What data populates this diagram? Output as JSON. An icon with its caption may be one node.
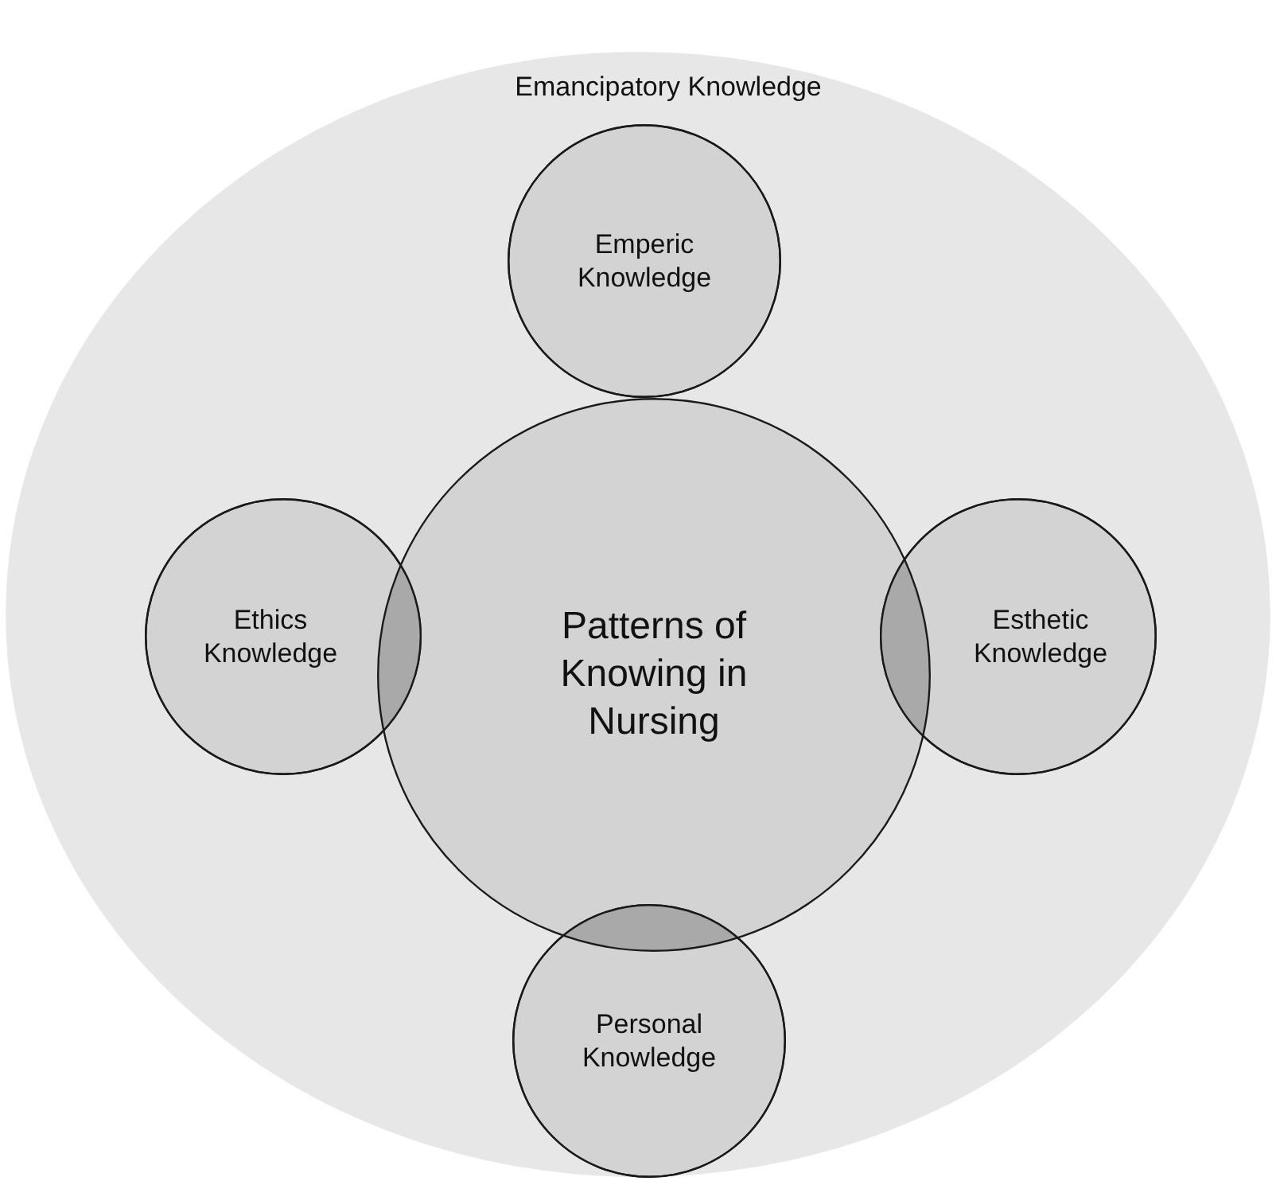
{
  "diagram": {
    "nodes": [
      {
        "text": [
          "Emancipatory Knowledge"
        ]
      },
      {
        "text": [
          "Emperic Knowledge"
        ],
        "in": 0
      },
      {
        "text": [
          "Ethics Knowledge"
        ],
        "in": 0
      },
      {
        "text": [
          "Patterns of Knowing in Nursing"
        ],
        "in": 0
      },
      {
        "text": [
          "Esthetic Knowledge"
        ],
        "in": 0
      },
      {
        "text": [
          "Personal Knowledge"
        ],
        "in": 0
      }
    ]
  }
}
